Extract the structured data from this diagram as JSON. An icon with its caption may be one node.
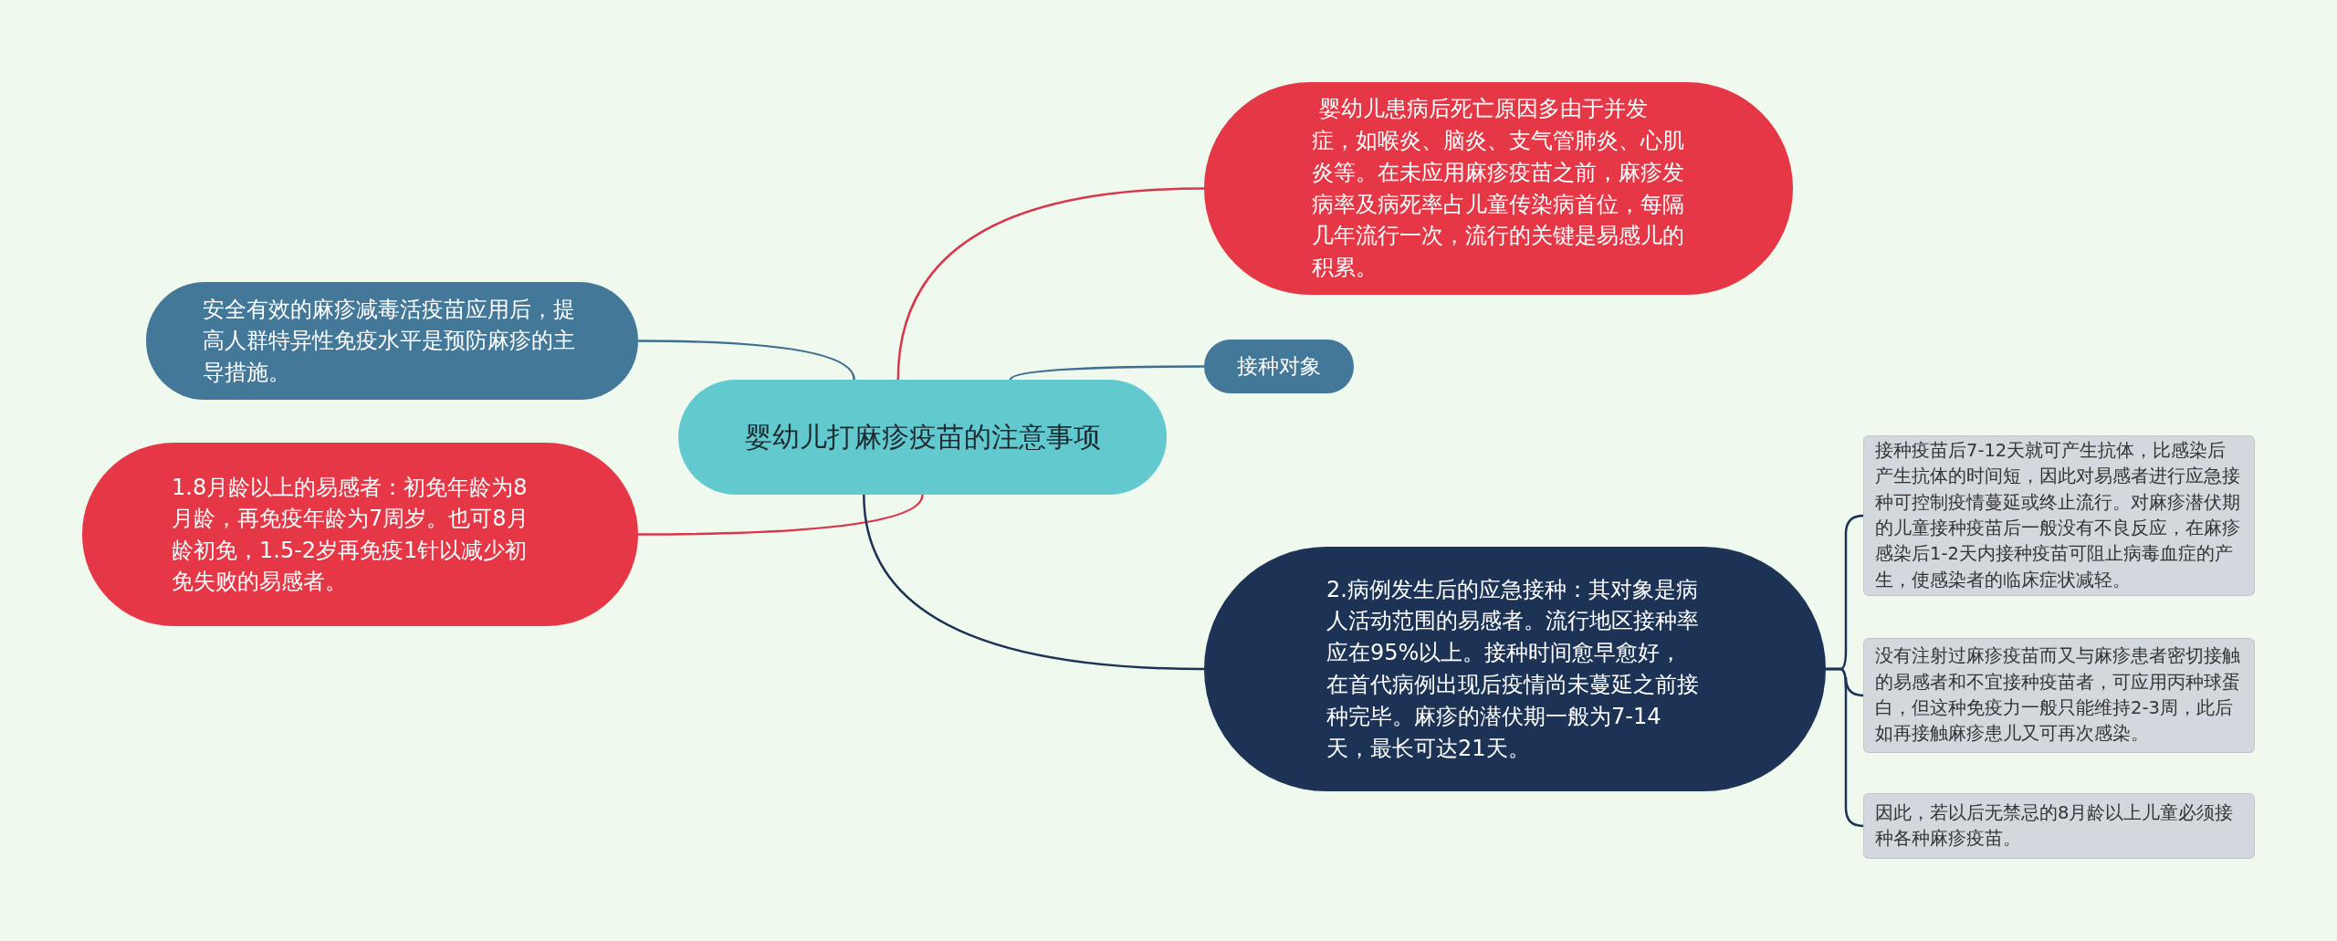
{
  "diagram": {
    "nodes": [
      {
        "text": [
          "婴幼儿打麻疹疫苗的注意事项"
        ]
      },
      {
        "text": [
          "安全有效的麻疹减毒活疫苗应用后，提高人群特异性免疫水平是预防麻疹的主导措施。"
        ]
      },
      {
        "text": [
          "1.8月龄以上的易感者：初免年龄为8月龄，再免疫年龄为7周岁。也可8月龄初免，1.5-2岁再免疫1针以减少初免失败的易感者。"
        ]
      },
      {
        "text": [
          " 婴幼儿患病后死亡原因多由于并发症，如喉炎、脑炎、支气管肺炎、心肌炎等。在未应用麻疹疫苗之前，麻疹发病率及病死率占儿童传染病首位，每隔几年流行一次，流行的关键是易感儿的积累。"
        ]
      },
      {
        "text": [
          "接种对象"
        ]
      },
      {
        "text": [
          "2.病例发生后的应急接种：其对象是病人活动范围的易感者。流行地区接种率应在95%以上。接种时间愈早愈好，在首代病例出现后疫情尚未蔓延之前接种完毕。麻疹的潜伏期一般为7-14天，最长可达21天。"
        ]
      },
      {
        "text": [
          "接种疫苗后7-12天就可产生抗体，比感染后产生抗体的时间短，因此对易感者进行应急接种可控制疫情蔓延或终止流行。对麻疹潜伏期的儿童接种疫苗后一般没有不良反应，在麻疹感染后1-2天内接种疫苗可阻止病毒血症的产生，使感染者的临床症状减轻。"
        ]
      },
      {
        "text": [
          "没有注射过麻疹疫苗而又与麻疹患者密切接触的易感者和不宜接种疫苗者，可应用丙种球蛋白，但这种免疫力一般只能维持2-3周，此后如再接触麻疹患儿又可再次感染。"
        ]
      },
      {
        "text": [
          "因此，若以后无禁忌的8月龄以上儿童必须接种各种麻疹疫苗。"
        ]
      }
    ],
    "edges": [
      {
        "from": 0,
        "to": 1,
        "arrow": "none",
        "color": "#3f6f8f"
      },
      {
        "from": 0,
        "to": 2,
        "arrow": "none",
        "color": "#d8364a"
      },
      {
        "from": 0,
        "to": 3,
        "arrow": "none",
        "color": "#d8364a"
      },
      {
        "from": 0,
        "to": 4,
        "arrow": "none",
        "color": "#3f6f8f"
      },
      {
        "from": 0,
        "to": 5,
        "arrow": "none"
      },
      {
        "from": 5,
        "to": 6,
        "arrow": "none"
      },
      {
        "from": 5,
        "to": 7,
        "arrow": "none"
      },
      {
        "from": 5,
        "to": 8,
        "arrow": "none"
      }
    ]
  }
}
